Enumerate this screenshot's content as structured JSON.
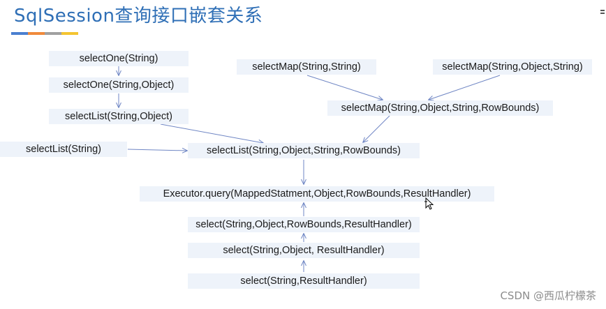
{
  "slide": {
    "title": "SqlSession查询接口嵌套关系",
    "title_color": "#2f6fb6",
    "accent_colors": [
      "#4a7fd0",
      "#f08a3c",
      "#a0a0a0",
      "#f4c430"
    ]
  },
  "diagram": {
    "nodes": {
      "select_one_string": "selectOne(String)",
      "select_one_string_object": "selectOne(String,Object)",
      "select_list_string_object": "selectList(String,Object)",
      "select_list_string": "selectList(String)",
      "select_map_string_string": "selectMap(String,String)",
      "select_map_string_object_string": "selectMap(String,Object,String)",
      "select_map_rowbounds": "selectMap(String,Object,String,RowBounds)",
      "select_list_rowbounds": "selectList(String,Object,String,RowBounds)",
      "executor_query": "Executor.query(MappedStatment,Object,RowBounds,ResultHandler)",
      "select_rowbounds_handler": "select(String,Object,RowBounds,ResultHandler)",
      "select_object_handler": "select(String,Object, ResultHandler)",
      "select_handler": "select(String,ResultHandler)"
    },
    "edges": [
      [
        "select_one_string",
        "select_one_string_object"
      ],
      [
        "select_one_string_object",
        "select_list_string_object"
      ],
      [
        "select_list_string_object",
        "select_list_rowbounds"
      ],
      [
        "select_list_string",
        "select_list_rowbounds"
      ],
      [
        "select_map_string_string",
        "select_map_rowbounds"
      ],
      [
        "select_map_string_object_string",
        "select_map_rowbounds"
      ],
      [
        "select_map_rowbounds",
        "select_list_rowbounds"
      ],
      [
        "select_list_rowbounds",
        "executor_query"
      ],
      [
        "select_rowbounds_handler",
        "executor_query"
      ],
      [
        "select_object_handler",
        "select_rowbounds_handler"
      ],
      [
        "select_handler",
        "select_object_handler"
      ]
    ],
    "box_color": "#eef3fa",
    "arrow_color": "#6f86c4"
  },
  "watermark": "CSDN @西瓜柠檬茶"
}
